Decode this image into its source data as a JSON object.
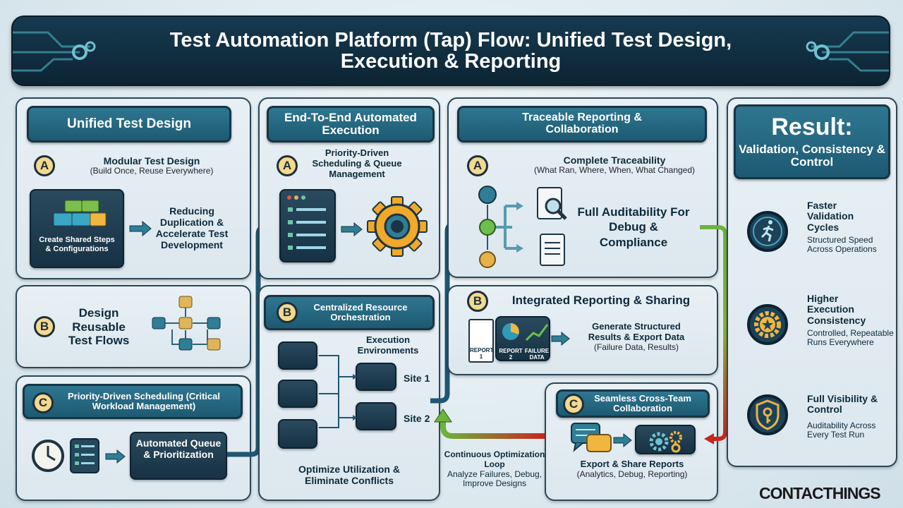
{
  "title": {
    "line1": "Test Automation Platform (Tap) Flow: Unified Test Design,",
    "line2": "Execution & Reporting"
  },
  "badges": {
    "a": "A",
    "b": "B",
    "c": "C"
  },
  "design": {
    "header": "Unified Test Design",
    "a_title": "Modular Test Design",
    "a_sub": "(Build Once, Reuse Everywhere)",
    "a_box": "Create Shared Steps & Configurations",
    "a_result": "Reducing Duplication & Accelerate Test Development",
    "b_title": "Design Reusable Test Flows",
    "c_header": "Priority-Driven Scheduling (Critical Workload Management)",
    "c_box": "Automated Queue & Prioritization"
  },
  "execution": {
    "header": "End-To-End Automated Execution",
    "a_title": "Priority-Driven Scheduling & Queue Management",
    "b_header": "Centralized Resource Orchestration",
    "env_label": "Execution Environments",
    "site1": "Site 1",
    "site2": "Site 2",
    "footer": "Optimize Utilization & Eliminate Conflicts"
  },
  "reporting": {
    "header": "Traceable Reporting & Collaboration",
    "a_title": "Complete Traceability",
    "a_sub": "(What Ran, Where, When, What Changed)",
    "a_result": "Full Auditability For Debug & Compliance",
    "b_title": "Integrated Reporting & Sharing",
    "report1": "REPORT 1",
    "report2": "REPORT 2",
    "failure_data": "FAILURE DATA",
    "b_result_bold": "Generate Structured Results & Export Data",
    "b_result_sub": "(Failure Data, Results)",
    "c_header": "Seamless Cross-Team Collaboration",
    "c_result_bold": "Export & Share Reports",
    "c_result_sub": "(Analytics, Debug, Reporting)"
  },
  "loop": {
    "title": "Continuous Optimization Loop",
    "sub": "Analyze Failures, Debug, Improve Designs"
  },
  "result": {
    "header_big": "Result:",
    "header_sub": "Validation, Consistency & Control",
    "items": [
      {
        "icon": "running-person-icon",
        "title": "Faster Validation Cycles",
        "desc": "Structured Speed Across Operations"
      },
      {
        "icon": "gear-star-icon",
        "title": "Higher Execution Consistency",
        "desc": "Controlled, Repeatable Runs Everywhere"
      },
      {
        "icon": "shield-key-icon",
        "title": "Full Visibility & Control",
        "desc": "Auditability Across Every Test Run"
      }
    ]
  },
  "logo": "CONTACTHINGS",
  "colors": {
    "banner": "#102c3e",
    "pill": "#266a84",
    "badge": "#f3d98e",
    "green_arrow": "#6cb43a",
    "red_arrow": "#c8261e"
  }
}
